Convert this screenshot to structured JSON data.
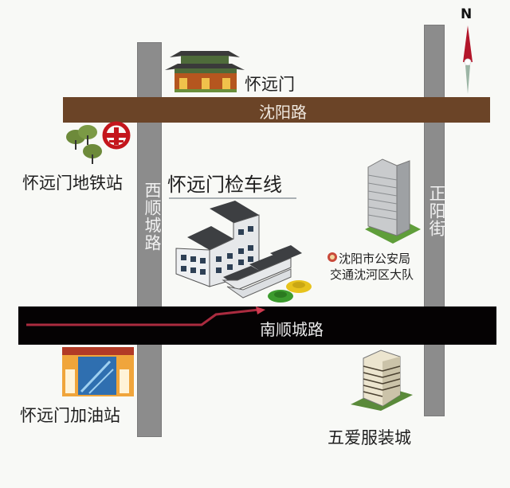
{
  "map": {
    "compass": {
      "label": "N",
      "needle_color": "#b3162a",
      "tail_color": "#9cb5a5"
    },
    "roads": {
      "shenyang_road": {
        "label": "沈阳路",
        "color": "#6b4427"
      },
      "nanshuncheng_road": {
        "label": "南顺城路",
        "color": "#050203"
      },
      "xishuncheng_road": {
        "label": "西顺城路",
        "color": "#8c8c8c"
      },
      "zhengyang_street": {
        "label": "正阳街",
        "color": "#8c8c8c"
      }
    },
    "landmarks": {
      "huaiyuanmen": {
        "label": "怀远门"
      },
      "metro_station": {
        "label": "怀远门地铁站"
      },
      "inspection_line": {
        "label": "怀远门检车线"
      },
      "police": {
        "line1": "沈阳市公安局",
        "line2": "交通沈河区大队"
      },
      "gas_station": {
        "label": "怀远门加油站"
      },
      "wuai_market": {
        "label": "五爱服装城"
      }
    },
    "route_arrow_color": "#c8324a"
  }
}
